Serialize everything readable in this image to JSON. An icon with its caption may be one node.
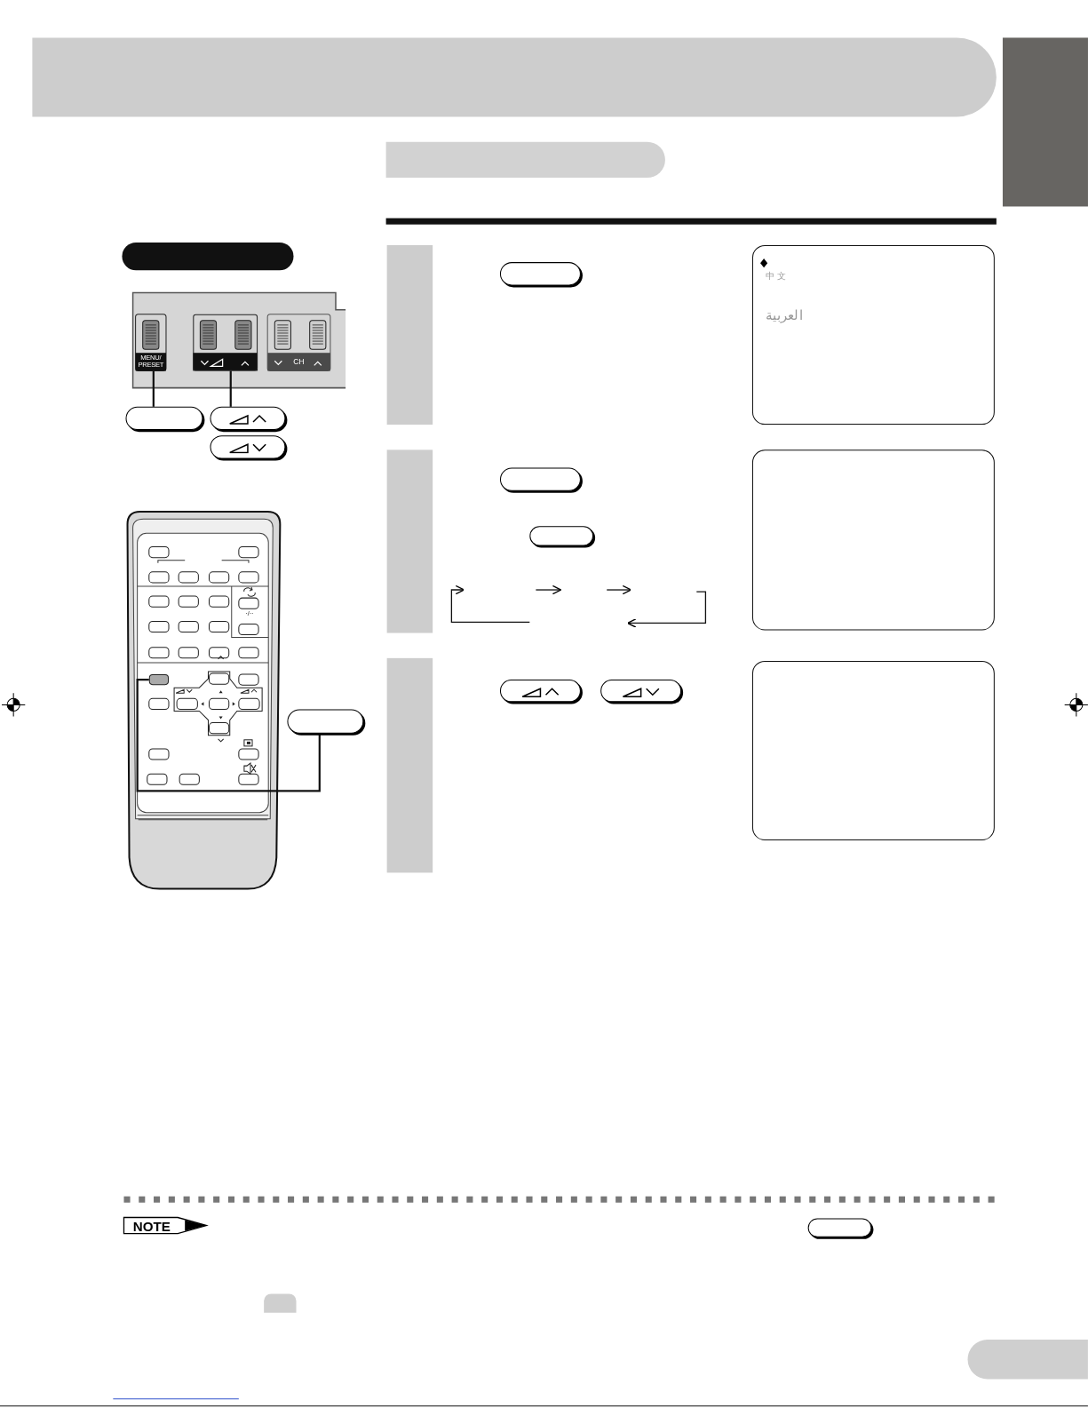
{
  "diagram": {
    "nodes": [
      {
        "text": [
          "MENU/ PRESET"
        ]
      },
      {
        "text": [],
        "shape": "box"
      },
      {
        "text": [],
        "shape": "box"
      },
      {
        "text": [],
        "shape": "box"
      },
      {
        "text": [],
        "shape": "box"
      },
      {
        "text": [],
        "shape": "box"
      },
      {
        "text": [],
        "shape": "box"
      },
      {
        "text": [],
        "shape": "box"
      },
      {
        "text": [],
        "shape": "box"
      },
      {
        "text": [],
        "shape": "bar"
      },
      {
        "text": [],
        "shape": "bar"
      },
      {
        "text": [],
        "shape": "bar"
      },
      {
        "text": [
          "中 文",
          "العربية"
        ]
      },
      {
        "text": [],
        "shape": "box"
      },
      {
        "text": [],
        "shape": "box"
      },
      {
        "text": [],
        "shape": "box"
      },
      {
        "text": [],
        "shape": "box"
      },
      {
        "text": [],
        "shape": "box"
      },
      {
        "text": [],
        "shape": "box"
      },
      {
        "text": [],
        "shape": "box"
      },
      {
        "text": [],
        "shape": "box"
      },
      {
        "text": [],
        "shape": "box"
      }
    ],
    "edges": [
      {
        "from": 0,
        "to": 1,
        "arrow": "none"
      },
      {
        "from": 2,
        "to": 3,
        "arrow": "none"
      },
      {
        "from": 4,
        "to": 5,
        "arrow": "none"
      }
    ],
    "labels": [
      "CH",
      "·/··",
      "NOTE"
    ]
  }
}
